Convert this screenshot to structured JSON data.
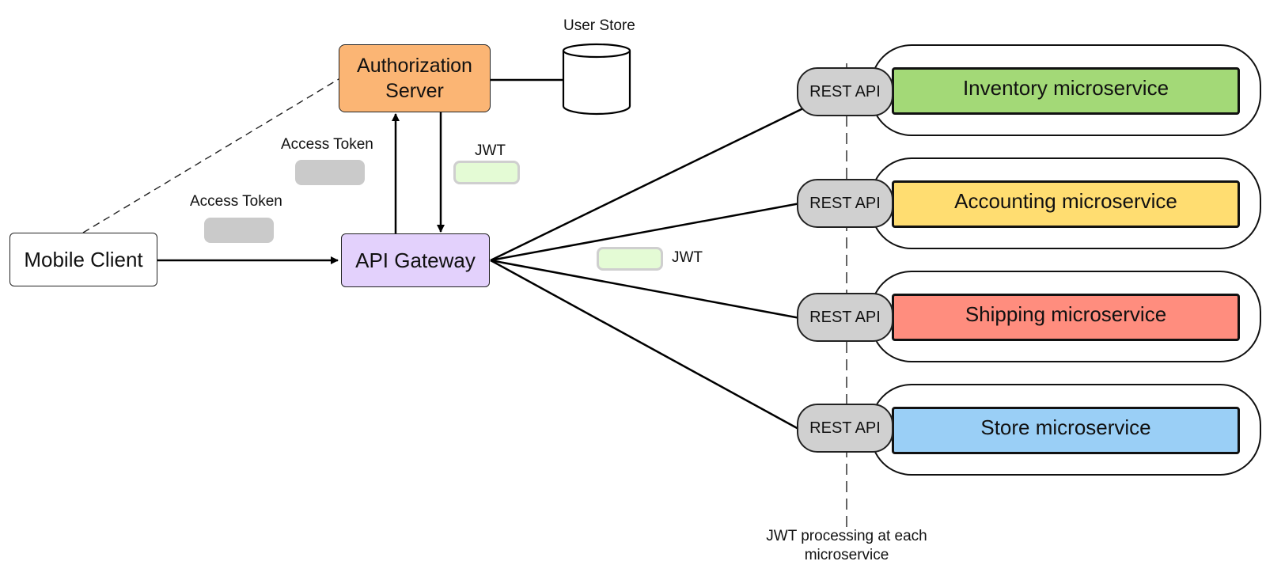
{
  "nodes": {
    "mobile_client": "Mobile Client",
    "auth_server_line1": "Authorization",
    "auth_server_line2": "Server",
    "user_store": "User Store",
    "api_gateway": "API Gateway"
  },
  "tokens": {
    "access_token_upper": "Access Token",
    "access_token_lower": "Access Token",
    "jwt_upper": "JWT",
    "jwt_middle": "JWT"
  },
  "services": [
    {
      "rest_label": "REST API",
      "name": "Inventory microservice",
      "color": "#a3d977"
    },
    {
      "rest_label": "REST API",
      "name": "Accounting microservice",
      "color": "#ffdd71"
    },
    {
      "rest_label": "REST API",
      "name": "Shipping microservice",
      "color": "#ff8d7e"
    },
    {
      "rest_label": "REST API",
      "name": "Store microservice",
      "color": "#9acff6"
    }
  ],
  "footnote": {
    "line1": "JWT processing at each",
    "line2": "microservice"
  },
  "colors": {
    "auth_server": "#fbb574",
    "api_gateway": "#e3d1fc",
    "token_grey": "#cacaca",
    "jwt_green": "#e4fbd5",
    "rest_api": "#d0d0d0"
  }
}
